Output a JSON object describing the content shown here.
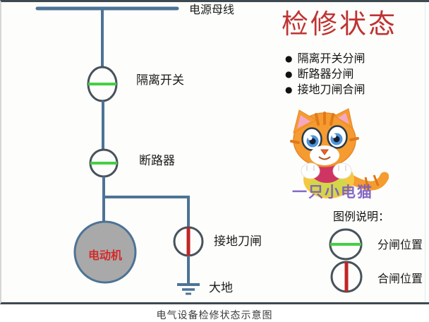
{
  "caption": "电气设备检修状态示意图",
  "title": {
    "text": "检修状态",
    "color": "#bf3333"
  },
  "bullet_char": "●",
  "status_list": [
    "隔离开关分闸",
    "断路器分闸",
    "接地刀闸合闸"
  ],
  "diagram_labels": {
    "bus": "电源母线",
    "isolation_switch": "隔离开关",
    "breaker": "断路器",
    "motor": "电动机",
    "ground_switch": "接地刀闸",
    "earth": "大地"
  },
  "cat": {
    "watermark": "一只小电猫"
  },
  "legend": {
    "title": "图例说明：",
    "items": [
      {
        "label": "分闸位置",
        "symbol": "circle-green-horizontal-line-icon",
        "line_color": "#44cf44"
      },
      {
        "label": "合闸位置",
        "symbol": "circle-red-vertical-line-icon",
        "line_color": "#bf2626"
      }
    ]
  },
  "colors": {
    "circuit_line": "#4d7396",
    "switch_ring": "#47525c",
    "open_green": "#44cf44",
    "closed_red": "#bf2626",
    "motor_fill": "#a9a9a9",
    "title_red": "#bf3333",
    "motor_text_red": "#d42a2a",
    "border_dark": "#3e4950"
  }
}
